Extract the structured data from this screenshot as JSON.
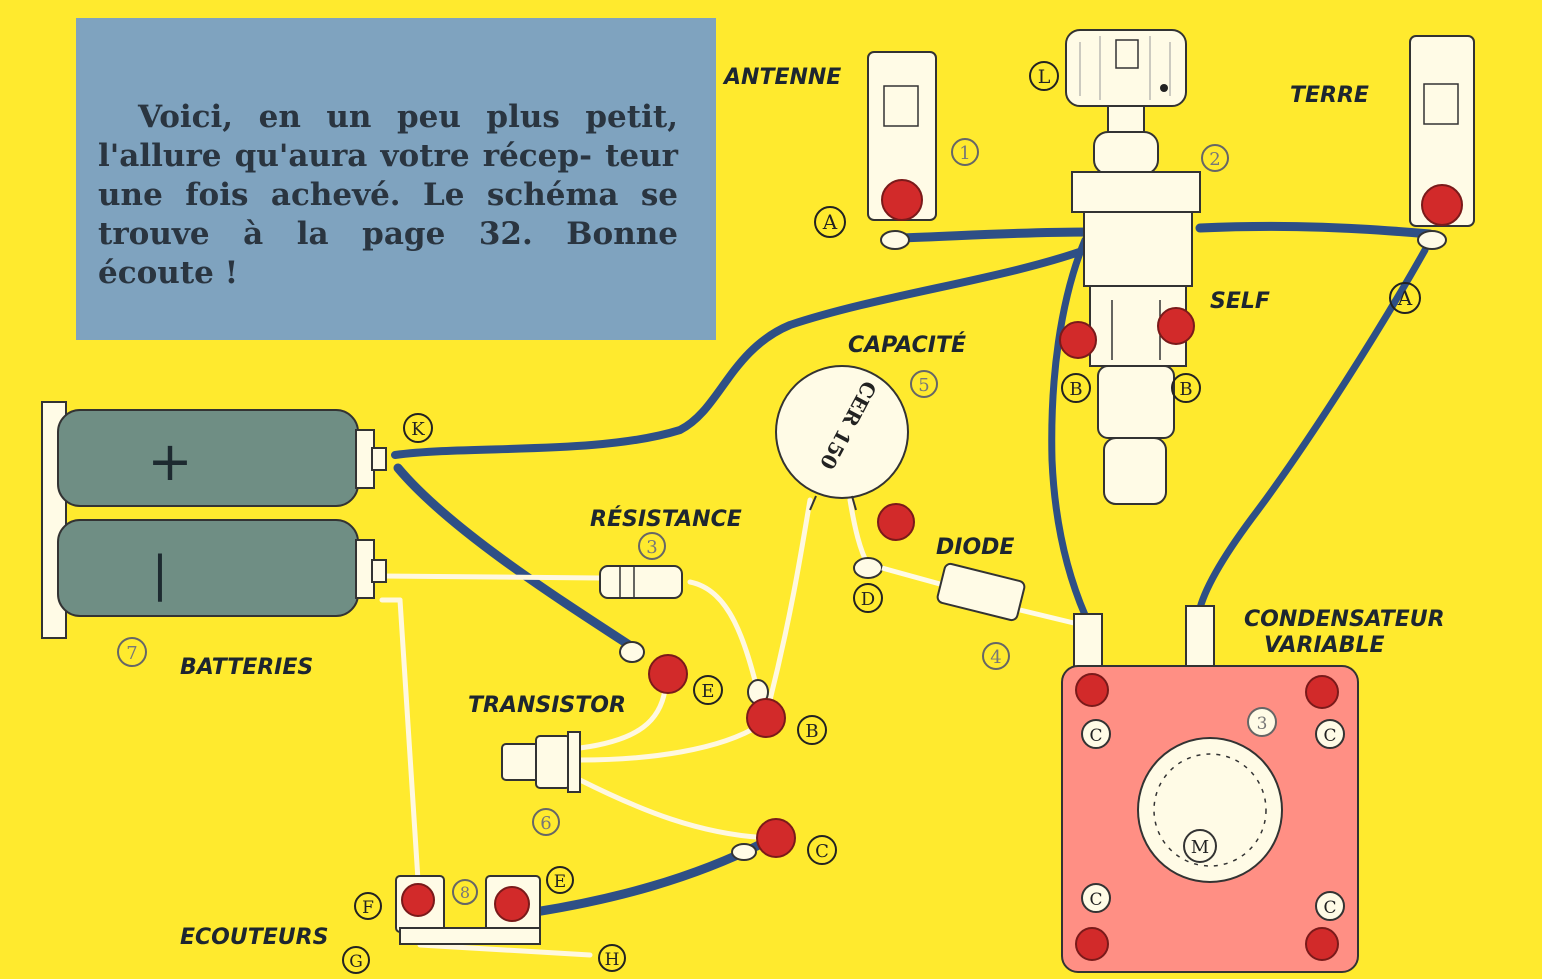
{
  "caption": {
    "text": "Voici, en un peu plus petit, l'allure qu'aura votre récep- teur une fois achevé. Le schéma se trouve à la page 32. Bonne écoute !"
  },
  "components": {
    "antenne": "ANTENNE",
    "terre": "TERRE",
    "self": "SELF",
    "capacite": "CAPACITÉ",
    "capacite_marking": "CER 150",
    "resistance": "RÉSISTANCE",
    "diode": "DIODE",
    "condensateur_line1": "CONDENSATEUR",
    "condensateur_line2": "VARIABLE",
    "batteries": "BATTERIES",
    "transistor": "TRANSISTOR",
    "ecouteurs": "ECOUTEURS",
    "battery_plus": "+",
    "battery_minus": "|"
  },
  "markers": {
    "A_antenne": "A",
    "A_terre": "A",
    "L": "L",
    "n1": "1",
    "n2": "2",
    "B_left": "B",
    "B_right": "B",
    "n5": "5",
    "n3_res": "3",
    "K": "K",
    "D": "D",
    "n4": "4",
    "n7": "7",
    "E_trans": "E",
    "B_trans": "B",
    "n6": "6",
    "C_trans": "C",
    "F": "F",
    "n8": "8",
    "E_ecout": "E",
    "G": "G",
    "H": "H",
    "C_tl": "C",
    "C_tr": "C",
    "C_bl": "C",
    "C_br": "C",
    "n3_cond": "3",
    "M": "M"
  },
  "colors": {
    "background": "#ffea2e",
    "caption_box": "#7fa3bf",
    "wire": "#2e4f86",
    "terminal": "#d22a2a",
    "battery": "#6f8e84",
    "condenser_plate": "#ff8f84"
  }
}
